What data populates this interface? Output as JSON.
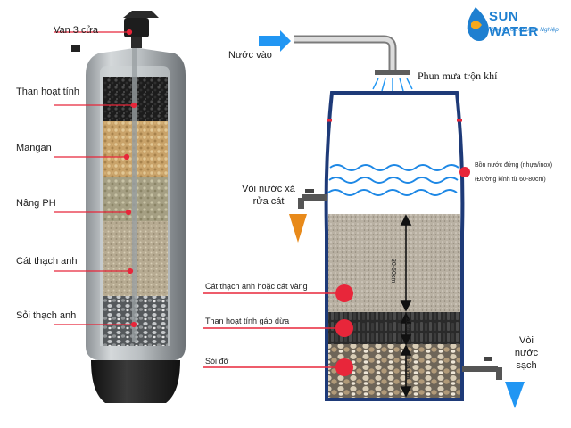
{
  "brand": {
    "name": "SUN WATER",
    "tagline": "Lọc Nước Chuyên Nghiệp"
  },
  "left_tank": {
    "layers": [
      {
        "label": "Van 3 cửa"
      },
      {
        "label": "Than hoạt tính"
      },
      {
        "label": "Mangan"
      },
      {
        "label": "Nâng PH"
      },
      {
        "label": "Cát thạch anh"
      },
      {
        "label": "Sỏi thạch anh"
      }
    ]
  },
  "right_tank": {
    "inlet": "Nước vào",
    "spray": "Phun mưa trộn khí",
    "backwash": "Vòi nước xả rửa cát",
    "tank_note_line1": "Bồn nước đứng (nhựa/inox)",
    "tank_note_line2": "(Đường kính từ 60-80cm)",
    "outlet": "Vòi nước sạch",
    "layers": [
      {
        "label": "Cát thạch anh hoặc cát vàng",
        "depth": "30-50cm"
      },
      {
        "label": "Than hoạt tính gáo dừa",
        "depth": "20cm"
      },
      {
        "label": "Sỏi đỡ",
        "depth": "10-20cm"
      }
    ]
  },
  "colors": {
    "accent": "#2196f3",
    "marker": "#e8263a",
    "brand": "#1e7fd0"
  }
}
